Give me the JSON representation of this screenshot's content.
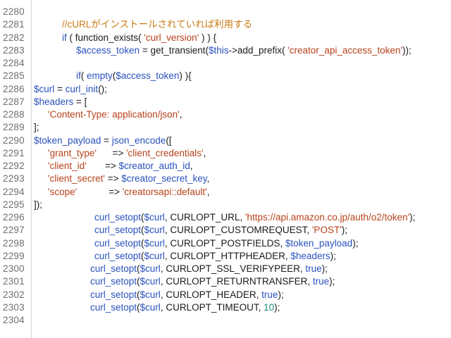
{
  "colors": {
    "background": "#ffffff",
    "line_number": "#6f6f6f",
    "plain": "#1a1a1a",
    "keyword": "#2a52be",
    "variable": "#2a52be",
    "string": "#b8421b",
    "number": "#1a8a7a",
    "comment": "#c77a12"
  },
  "lines": [
    {
      "n": "2280",
      "indent": 0,
      "tokens": []
    },
    {
      "n": "2281",
      "indent": 1,
      "tokens": [
        {
          "t": "comment",
          "v": "//cURLがインストールされていれば利用する"
        }
      ]
    },
    {
      "n": "2282",
      "indent": 1,
      "tokens": [
        {
          "t": "kw",
          "v": "if"
        },
        {
          "t": "plain",
          "v": " ( function_exists( "
        },
        {
          "t": "str",
          "v": "'curl_version'"
        },
        {
          "t": "plain",
          "v": " ) ) {"
        }
      ]
    },
    {
      "n": "2283",
      "indent": 2,
      "tokens": [
        {
          "t": "var",
          "v": "$access_token"
        },
        {
          "t": "plain",
          "v": " = get_transient("
        },
        {
          "t": "var",
          "v": "$this"
        },
        {
          "t": "plain",
          "v": "->add_prefix( "
        },
        {
          "t": "str",
          "v": "'creator_api_access_token'"
        },
        {
          "t": "plain",
          "v": "));"
        }
      ]
    },
    {
      "n": "2284",
      "indent": 0,
      "tokens": []
    },
    {
      "n": "2285",
      "indent": 2,
      "tokens": [
        {
          "t": "kw",
          "v": "if"
        },
        {
          "t": "plain",
          "v": "( "
        },
        {
          "t": "kw",
          "v": "empty"
        },
        {
          "t": "plain",
          "v": "("
        },
        {
          "t": "var",
          "v": "$access_token"
        },
        {
          "t": "plain",
          "v": ") ){"
        }
      ]
    },
    {
      "n": "2286",
      "indent": 0,
      "tokens": [
        {
          "t": "var",
          "v": "$curl"
        },
        {
          "t": "plain",
          "v": " = "
        },
        {
          "t": "fn",
          "v": "curl_init"
        },
        {
          "t": "plain",
          "v": "();"
        }
      ]
    },
    {
      "n": "2287",
      "indent": 0,
      "tokens": [
        {
          "t": "var",
          "v": "$headers"
        },
        {
          "t": "plain",
          "v": " = ["
        }
      ]
    },
    {
      "n": "2288",
      "indent": 3,
      "tokens": [
        {
          "t": "str",
          "v": "'Content-Type: application/json'"
        },
        {
          "t": "plain",
          "v": ","
        }
      ]
    },
    {
      "n": "2289",
      "indent": 0,
      "tokens": [
        {
          "t": "plain",
          "v": "];"
        }
      ]
    },
    {
      "n": "2290",
      "indent": 0,
      "tokens": [
        {
          "t": "var",
          "v": "$token_payload"
        },
        {
          "t": "plain",
          "v": " = "
        },
        {
          "t": "fn",
          "v": "json_encode"
        },
        {
          "t": "plain",
          "v": "(["
        }
      ]
    },
    {
      "n": "2291",
      "indent": 3,
      "tokens": [
        {
          "t": "str",
          "v": "'grant_type'"
        },
        {
          "t": "plain",
          "v": "      => "
        },
        {
          "t": "str",
          "v": "'client_credentials'"
        },
        {
          "t": "plain",
          "v": ","
        }
      ]
    },
    {
      "n": "2292",
      "indent": 3,
      "tokens": [
        {
          "t": "str",
          "v": "'client_id'"
        },
        {
          "t": "plain",
          "v": "       => "
        },
        {
          "t": "var",
          "v": "$creator_auth_id"
        },
        {
          "t": "plain",
          "v": ","
        }
      ]
    },
    {
      "n": "2293",
      "indent": 3,
      "tokens": [
        {
          "t": "str",
          "v": "'client_secret'"
        },
        {
          "t": "plain",
          "v": " => "
        },
        {
          "t": "var",
          "v": "$creator_secret_key"
        },
        {
          "t": "plain",
          "v": ","
        }
      ]
    },
    {
      "n": "2294",
      "indent": 3,
      "tokens": [
        {
          "t": "str",
          "v": "'scope'"
        },
        {
          "t": "plain",
          "v": "            => "
        },
        {
          "t": "str",
          "v": "'creatorsapi::default'"
        },
        {
          "t": "plain",
          "v": ","
        }
      ]
    },
    {
      "n": "2295",
      "indent": 0,
      "tokens": [
        {
          "t": "plain",
          "v": "]);"
        }
      ]
    },
    {
      "n": "2296",
      "indent": 4,
      "tokens": [
        {
          "t": "fn",
          "v": "curl_setopt"
        },
        {
          "t": "plain",
          "v": "("
        },
        {
          "t": "var",
          "v": "$curl"
        },
        {
          "t": "plain",
          "v": ", CURLOPT_URL, "
        },
        {
          "t": "str",
          "v": "'https://api.amazon.co.jp/auth/o2/token'"
        },
        {
          "t": "plain",
          "v": ");"
        }
      ]
    },
    {
      "n": "2297",
      "indent": 4,
      "tokens": [
        {
          "t": "fn",
          "v": "curl_setopt"
        },
        {
          "t": "plain",
          "v": "("
        },
        {
          "t": "var",
          "v": "$curl"
        },
        {
          "t": "plain",
          "v": ", CURLOPT_CUSTOMREQUEST, "
        },
        {
          "t": "str",
          "v": "'POST'"
        },
        {
          "t": "plain",
          "v": ");"
        }
      ]
    },
    {
      "n": "2298",
      "indent": 4,
      "tokens": [
        {
          "t": "fn",
          "v": "curl_setopt"
        },
        {
          "t": "plain",
          "v": "("
        },
        {
          "t": "var",
          "v": "$curl"
        },
        {
          "t": "plain",
          "v": ", CURLOPT_POSTFIELDS, "
        },
        {
          "t": "var",
          "v": "$token_payload"
        },
        {
          "t": "plain",
          "v": ");"
        }
      ]
    },
    {
      "n": "2299",
      "indent": 4,
      "tokens": [
        {
          "t": "fn",
          "v": "curl_setopt"
        },
        {
          "t": "plain",
          "v": "("
        },
        {
          "t": "var",
          "v": "$curl"
        },
        {
          "t": "plain",
          "v": ", CURLOPT_HTTPHEADER, "
        },
        {
          "t": "var",
          "v": "$headers"
        },
        {
          "t": "plain",
          "v": ");"
        }
      ]
    },
    {
      "n": "2300",
      "indent": 5,
      "tokens": [
        {
          "t": "fn",
          "v": "curl_setopt"
        },
        {
          "t": "plain",
          "v": "("
        },
        {
          "t": "var",
          "v": "$curl"
        },
        {
          "t": "plain",
          "v": ", CURLOPT_SSL_VERIFYPEER, "
        },
        {
          "t": "kw",
          "v": "true"
        },
        {
          "t": "plain",
          "v": ");"
        }
      ]
    },
    {
      "n": "2301",
      "indent": 5,
      "tokens": [
        {
          "t": "fn",
          "v": "curl_setopt"
        },
        {
          "t": "plain",
          "v": "("
        },
        {
          "t": "var",
          "v": "$curl"
        },
        {
          "t": "plain",
          "v": ", CURLOPT_RETURNTRANSFER, "
        },
        {
          "t": "kw",
          "v": "true"
        },
        {
          "t": "plain",
          "v": ");"
        }
      ]
    },
    {
      "n": "2302",
      "indent": 5,
      "tokens": [
        {
          "t": "fn",
          "v": "curl_setopt"
        },
        {
          "t": "plain",
          "v": "("
        },
        {
          "t": "var",
          "v": "$curl"
        },
        {
          "t": "plain",
          "v": ", CURLOPT_HEADER, "
        },
        {
          "t": "kw",
          "v": "true"
        },
        {
          "t": "plain",
          "v": ");"
        }
      ]
    },
    {
      "n": "2303",
      "indent": 5,
      "tokens": [
        {
          "t": "fn",
          "v": "curl_setopt"
        },
        {
          "t": "plain",
          "v": "("
        },
        {
          "t": "var",
          "v": "$curl"
        },
        {
          "t": "plain",
          "v": ", CURLOPT_TIMEOUT, "
        },
        {
          "t": "num",
          "v": "10"
        },
        {
          "t": "plain",
          "v": ");"
        }
      ]
    },
    {
      "n": "2304",
      "indent": 0,
      "tokens": []
    }
  ]
}
